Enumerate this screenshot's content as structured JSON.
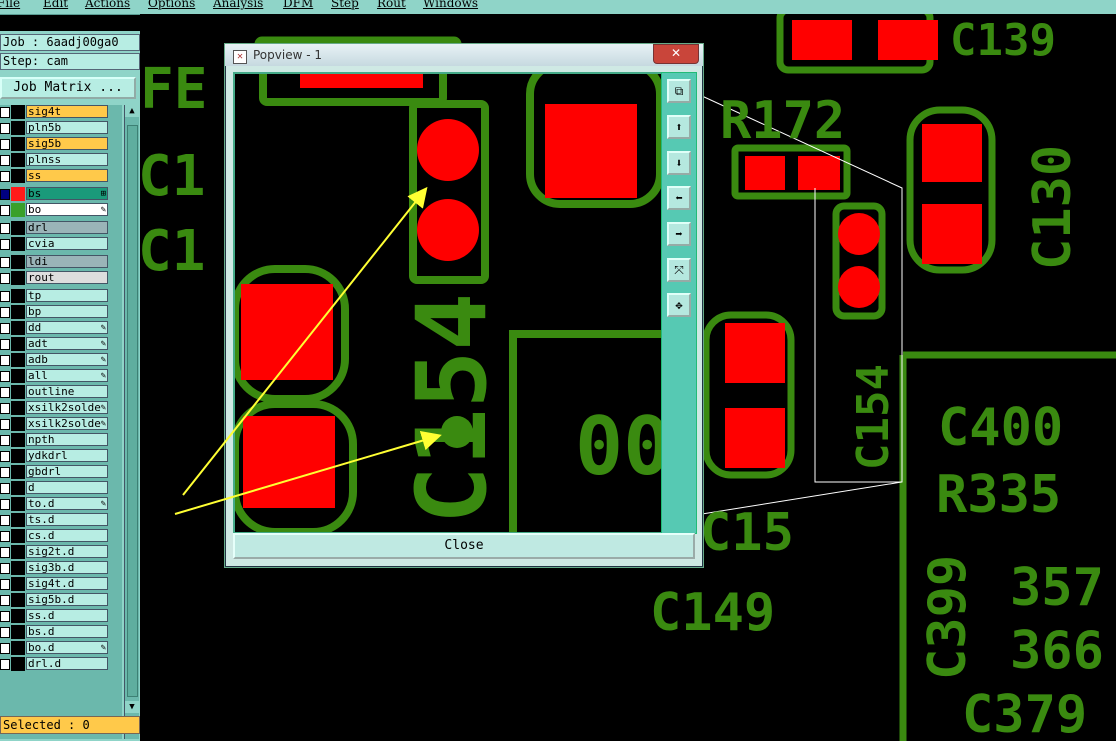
{
  "menu": [
    "File",
    "Edit",
    "Actions",
    "Options",
    "Analysis",
    "DFM",
    "Step",
    "Rout",
    "Windows"
  ],
  "left_panel": {
    "job_line": "Job : 6aadj00ga0",
    "step_line": "Step: cam",
    "job_matrix_label": "Job Matrix ...",
    "selected_label": "Selected : 0",
    "scroll_up": "▲",
    "scroll_down": "▼"
  },
  "layers": [
    {
      "name": "sig4t",
      "color": "#ffc94a"
    },
    {
      "name": "pln5b",
      "color": "#b7ede3"
    },
    {
      "name": "sig5b",
      "color": "#ffc94a"
    },
    {
      "name": "plnss",
      "color": "#b7ede3"
    },
    {
      "name": "ss",
      "color": "#ffc94a"
    },
    {
      "name": "bs",
      "color": "#1a9a7a",
      "box": "#ff1a1a",
      "checkbox_dark": true,
      "flag": "⊞"
    },
    {
      "name": "bo",
      "color": "#ffffff",
      "box": "#3aa02a",
      "flag": "✎"
    },
    {
      "name": "drl",
      "color": "#9ab4b8"
    },
    {
      "name": "cvia",
      "color": "#b7ede3"
    },
    {
      "name": "ldi",
      "color": "#9ab4b8"
    },
    {
      "name": "rout",
      "color": "#dddddd"
    },
    {
      "name": "tp",
      "color": "#b7ede3"
    },
    {
      "name": "bp",
      "color": "#b7ede3"
    },
    {
      "name": "dd",
      "color": "#b7ede3",
      "flag": "✎"
    },
    {
      "name": "adt",
      "color": "#b7ede3",
      "flag": "✎"
    },
    {
      "name": "adb",
      "color": "#b7ede3",
      "flag": "✎"
    },
    {
      "name": "all",
      "color": "#b7ede3",
      "flag": "✎"
    },
    {
      "name": "outline",
      "color": "#b7ede3"
    },
    {
      "name": "xsilk2solde",
      "color": "#b7ede3",
      "flag": "✎"
    },
    {
      "name": "xsilk2solde",
      "color": "#b7ede3",
      "flag": "✎"
    },
    {
      "name": "npth",
      "color": "#b7ede3"
    },
    {
      "name": "ydkdrl",
      "color": "#b7ede3"
    },
    {
      "name": "gbdrl",
      "color": "#b7ede3"
    },
    {
      "name": "d",
      "color": "#b7ede3"
    },
    {
      "name": "to.d",
      "color": "#b7ede3",
      "flag": "✎"
    },
    {
      "name": "ts.d",
      "color": "#b7ede3"
    },
    {
      "name": "cs.d",
      "color": "#b7ede3"
    },
    {
      "name": "sig2t.d",
      "color": "#b7ede3"
    },
    {
      "name": "sig3b.d",
      "color": "#b7ede3"
    },
    {
      "name": "sig4t.d",
      "color": "#b7ede3"
    },
    {
      "name": "sig5b.d",
      "color": "#b7ede3"
    },
    {
      "name": "ss.d",
      "color": "#b7ede3"
    },
    {
      "name": "bs.d",
      "color": "#b7ede3"
    },
    {
      "name": "bo.d",
      "color": "#b7ede3",
      "flag": "✎"
    },
    {
      "name": "drl.d",
      "color": "#b7ede3"
    }
  ],
  "board_labels": {
    "fe": "FE",
    "c1a": "C1",
    "c1b": "C1",
    "r172": "R172",
    "c130": "C130",
    "c154_small": "C154",
    "c400": "C400",
    "r335": "R335",
    "c399": "C399",
    "v357": "357",
    "v366": "366",
    "c379": "C379",
    "c149": "C149",
    "c15": "C15",
    "c139": "C139"
  },
  "popview": {
    "title": "Popview - 1",
    "close_x": "✕",
    "close_button": "Close",
    "big_label": "C154",
    "big_label2": "00"
  },
  "colors": {
    "copper_green": "#3a8a10",
    "pad_red": "#ff0000",
    "panel": "#8fd4c8",
    "arrow": "#ffff33"
  },
  "icons": [
    "zoom-fit-icon",
    "pan-up-icon",
    "pan-down-icon",
    "pan-left-icon",
    "pan-right-icon",
    "zoom-in-icon",
    "zoom-out-icon"
  ]
}
